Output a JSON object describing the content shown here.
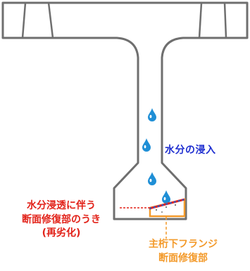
{
  "labels": {
    "water_ingress": "水分の浸入",
    "floating_line1": "水分浸透に伴う",
    "floating_line2": "断面修復部のうき",
    "floating_line3": "(再劣化)",
    "flange_line1": "主桁下フランジ",
    "flange_line2": "断面修復部"
  },
  "colors": {
    "concrete_outline": "#6f6f6f",
    "water_drop": "#1f8fd6",
    "water_text": "#1f2fd0",
    "deterioration_red": "#e2231a",
    "repair_orange": "#f39a2b"
  },
  "water_drops": 4
}
